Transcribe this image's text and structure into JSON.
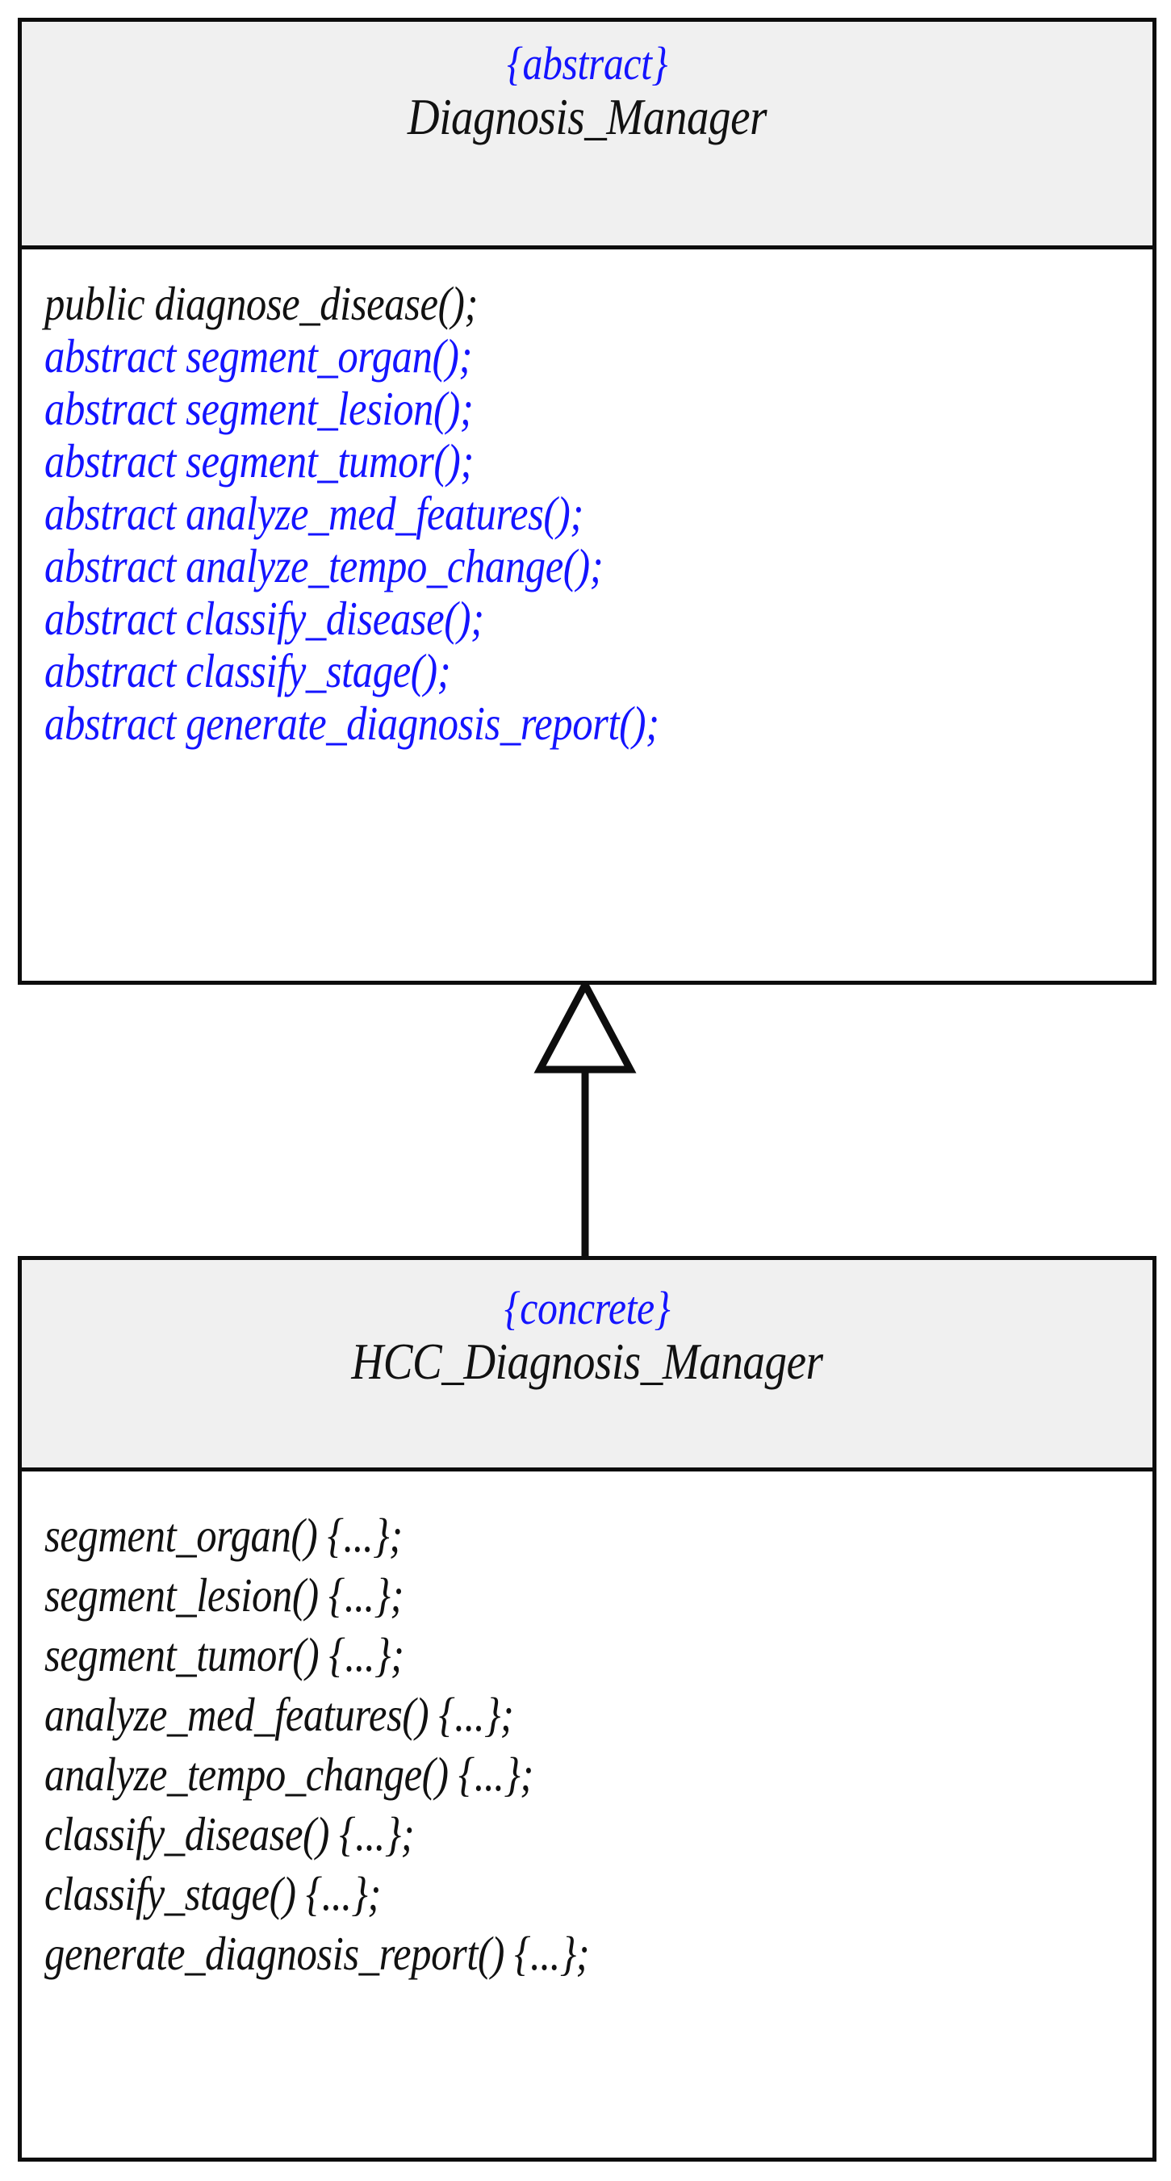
{
  "diagram": {
    "type": "uml-class-diagram",
    "colors": {
      "stereotype": "#1414ff",
      "abstract_member": "#1414ff",
      "text": "#111111",
      "border": "#0d0d0d",
      "header_fill": "#f0f0f0",
      "body_fill": "#ffffff"
    },
    "relationship": {
      "kind": "generalization",
      "label": "",
      "from": "HCC_Diagnosis_Manager",
      "to": "Diagnosis_Manager",
      "arrowhead": "hollow-triangle"
    }
  },
  "classes": [
    {
      "id": "abstract-class",
      "stereotype": "{abstract}",
      "name": "Diagnosis_Manager",
      "members": [
        {
          "text": "public diagnose_disease();",
          "abstract": false
        },
        {
          "text": "abstract segment_organ();",
          "abstract": true
        },
        {
          "text": "abstract segment_lesion();",
          "abstract": true
        },
        {
          "text": "abstract segment_tumor();",
          "abstract": true
        },
        {
          "text": "abstract analyze_med_features();",
          "abstract": true
        },
        {
          "text": "abstract analyze_tempo_change();",
          "abstract": true
        },
        {
          "text": "abstract classify_disease();",
          "abstract": true
        },
        {
          "text": "abstract classify_stage();",
          "abstract": true
        },
        {
          "text": "abstract generate_diagnosis_report();",
          "abstract": true
        }
      ]
    },
    {
      "id": "concrete-class",
      "stereotype": "{concrete}",
      "name": "HCC_Diagnosis_Manager",
      "members": [
        {
          "text": "segment_organ() {...};",
          "abstract": false
        },
        {
          "text": "segment_lesion() {...};",
          "abstract": false
        },
        {
          "text": "segment_tumor() {...};",
          "abstract": false
        },
        {
          "text": "analyze_med_features() {...};",
          "abstract": false
        },
        {
          "text": "analyze_tempo_change() {...};",
          "abstract": false
        },
        {
          "text": "classify_disease() {...};",
          "abstract": false
        },
        {
          "text": "classify_stage() {...};",
          "abstract": false
        },
        {
          "text": "generate_diagnosis_report() {...};",
          "abstract": false
        }
      ]
    }
  ]
}
